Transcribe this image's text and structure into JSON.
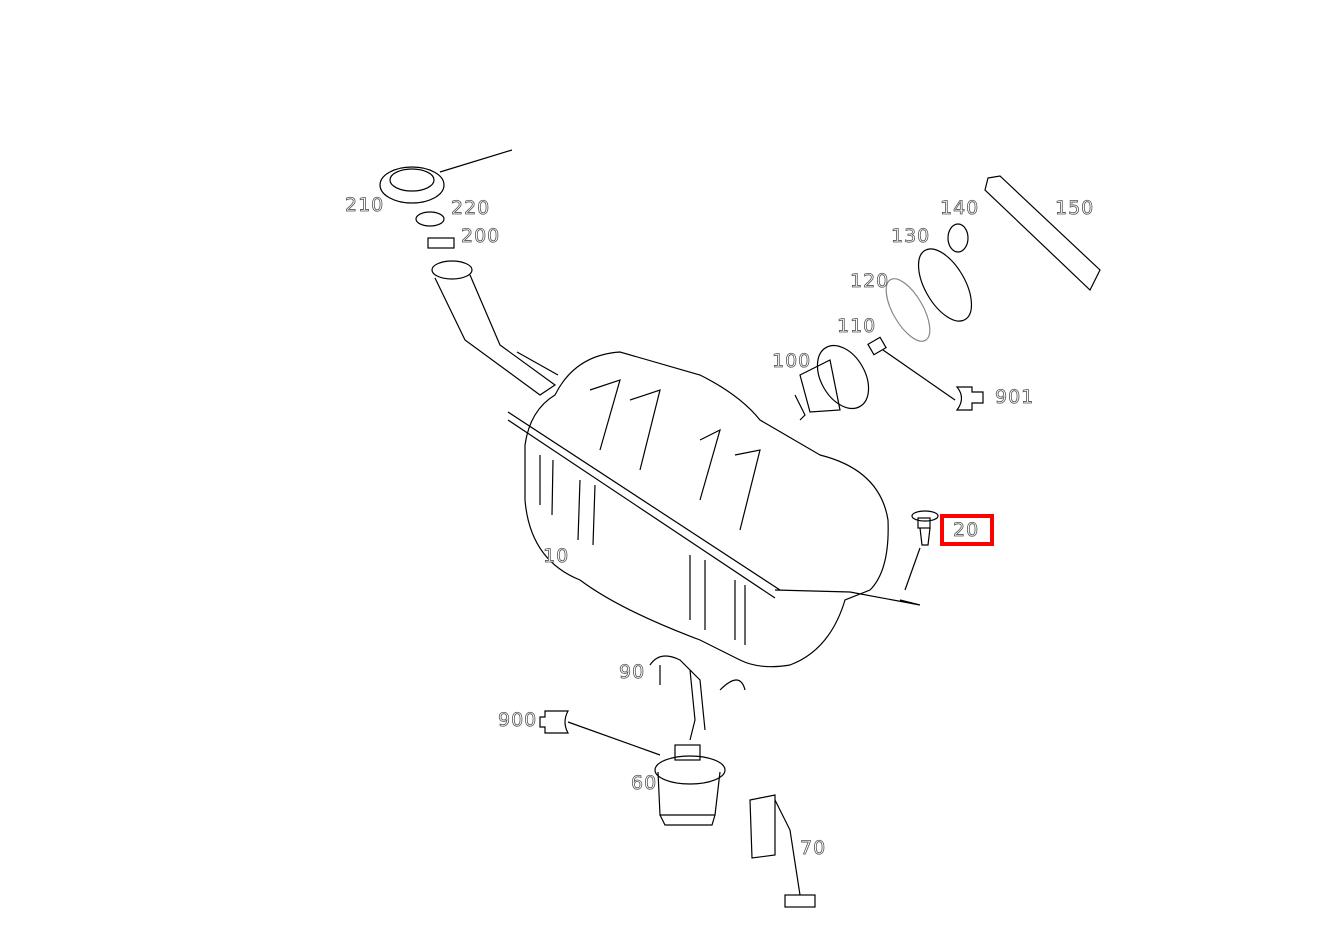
{
  "diagram": {
    "highlight_color": "#ff0000",
    "highlighted_callout": "20",
    "callouts": {
      "p210": "210",
      "p220": "220",
      "p200": "200",
      "p140": "140",
      "p150": "150",
      "p130": "130",
      "p120": "120",
      "p110": "110",
      "p100": "100",
      "p901": "901",
      "p20": "20",
      "p10": "10",
      "p90": "90",
      "p900": "900",
      "p60": "60",
      "p70": "70"
    }
  }
}
